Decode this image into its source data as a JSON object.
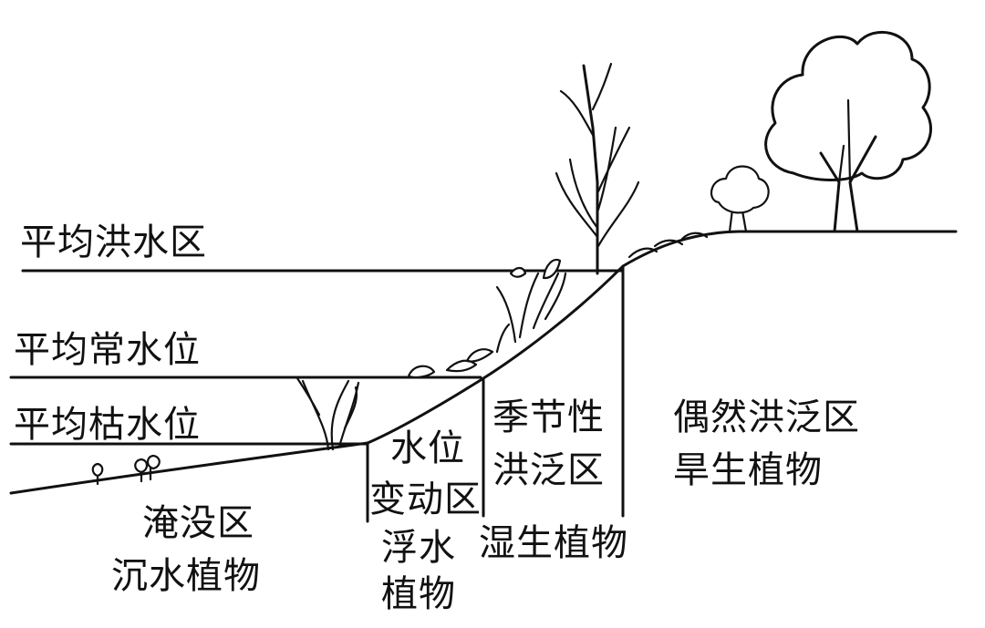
{
  "diagram": {
    "water_levels": {
      "mean_flood": "平均洪水区",
      "mean_normal": "平均常水位",
      "mean_low": "平均枯水位"
    },
    "zones": {
      "submerged": {
        "zone": "淹没区",
        "plants": "沉水植物"
      },
      "fluctuation": {
        "zone_line1": "水位",
        "zone_line2": "变动区",
        "plants_line1": "浮水",
        "plants_line2": "植物"
      },
      "seasonal": {
        "zone_line1": "季节性",
        "zone_line2": "洪泛区",
        "plants": "湿生植物"
      },
      "occasional": {
        "zone": "偶然洪泛区",
        "plants": "旱生植物"
      }
    }
  }
}
